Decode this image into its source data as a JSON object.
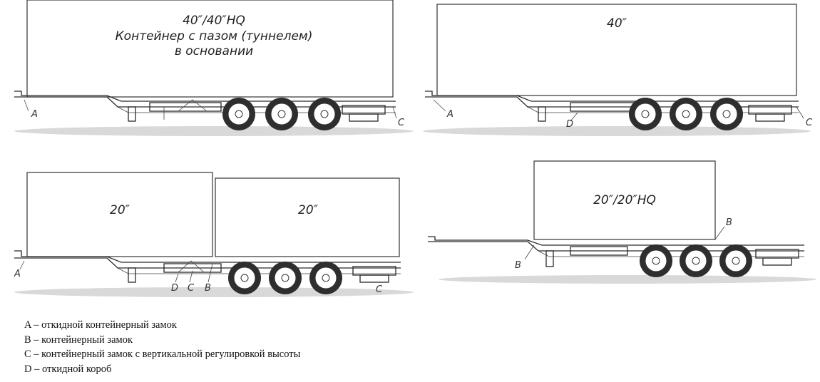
{
  "diagrams": {
    "top_left": {
      "title_lines": [
        "40″/40″HQ",
        "Контейнер с пазом (туннелем)",
        "в основании"
      ],
      "markers": [
        "A",
        "C"
      ]
    },
    "top_right": {
      "title_lines": [
        "40″"
      ],
      "markers": [
        "A",
        "D",
        "C"
      ]
    },
    "bottom_left": {
      "container_1": "20″",
      "container_2": "20″",
      "markers": [
        "A",
        "D",
        "C",
        "B",
        "C"
      ]
    },
    "bottom_right": {
      "title_lines": [
        "20″/20″HQ"
      ],
      "markers": [
        "B",
        "B"
      ]
    }
  },
  "legend": [
    "A – откидной контейнерный замок",
    "B – контейнерный замок",
    "C – контейнерный замок с вертикальной регулировкой высоты",
    "D – откидной короб"
  ]
}
